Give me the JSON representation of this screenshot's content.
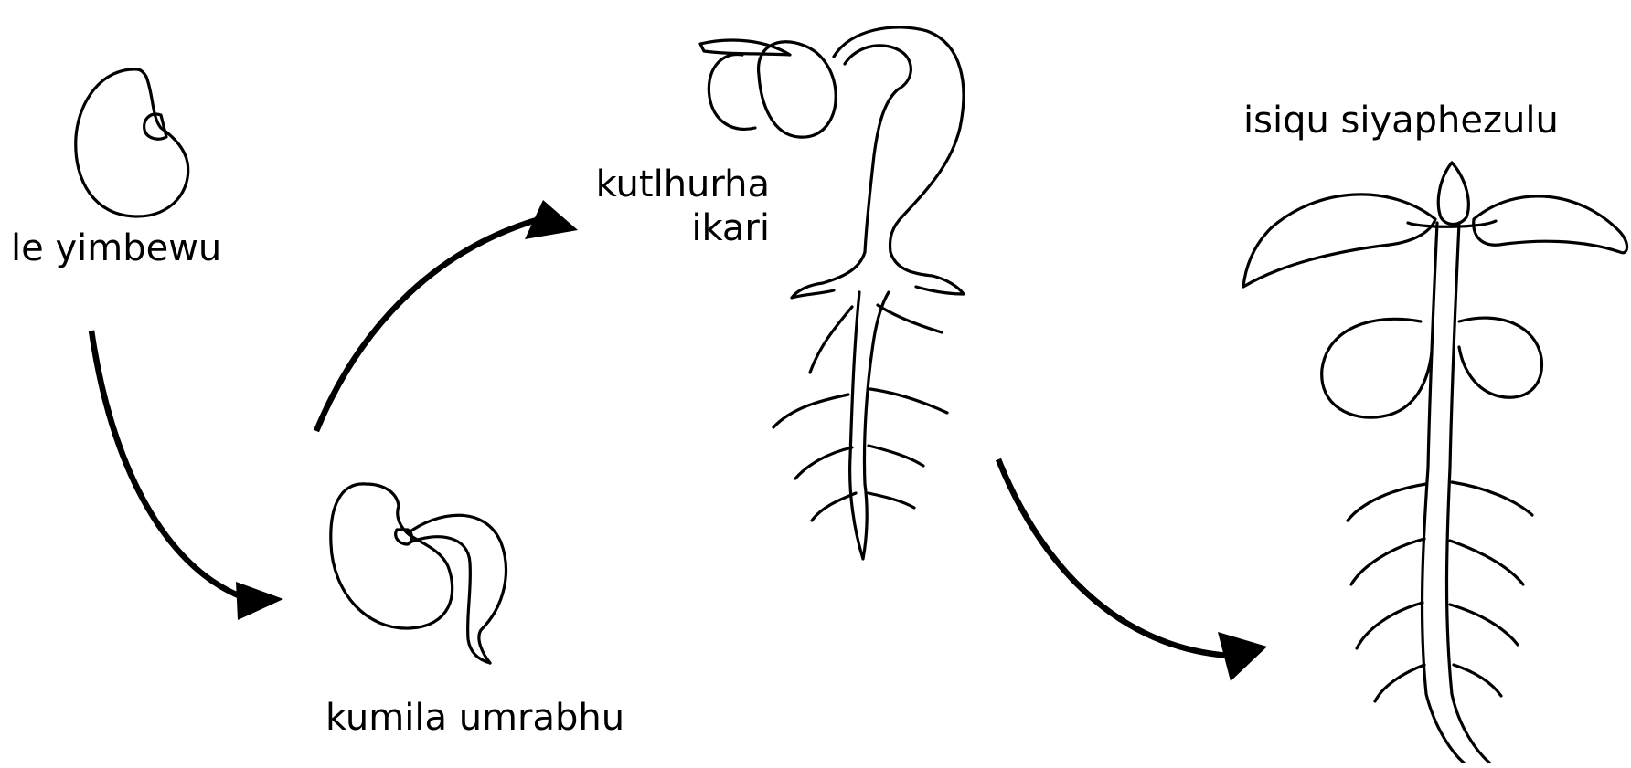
{
  "diagram": {
    "stages": [
      {
        "label": "le yimbewu"
      },
      {
        "label": "kumila umrabhu"
      },
      {
        "label": "kutlhurha ikari"
      },
      {
        "label": "isiqu siyaphezulu"
      }
    ],
    "colors": {
      "line": "#000000",
      "background": "#ffffff"
    }
  }
}
